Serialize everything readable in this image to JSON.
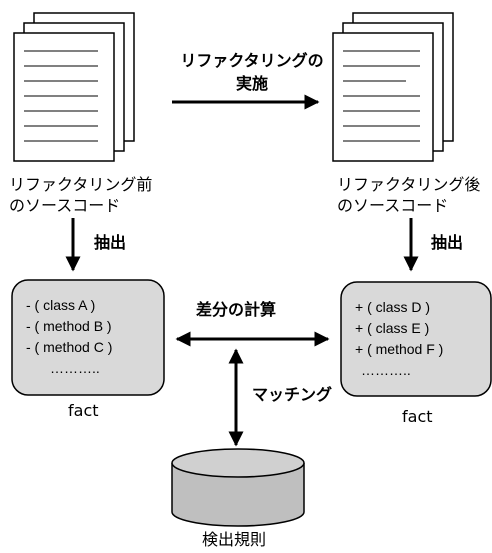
{
  "before": {
    "caption_line1": "リファクタリング前",
    "caption_line2": "のソースコード"
  },
  "after": {
    "caption_line1": "リファクタリング後",
    "caption_line2": "のソースコード"
  },
  "refactor_arrow": {
    "label_line1": "リファクタリングの",
    "label_line2": "実施"
  },
  "extract_left": {
    "label": "抽出"
  },
  "extract_right": {
    "label": "抽出"
  },
  "fact_left": {
    "lines": [
      "- ( class A )",
      "- ( method B )",
      "- ( method C )",
      "……….."
    ],
    "caption": "fact"
  },
  "fact_right": {
    "lines": [
      "+ ( class  D )",
      "+ ( class  E )",
      "+ ( method  F )",
      "……….."
    ],
    "caption": "fact"
  },
  "diff_arrow": {
    "label": "差分の計算"
  },
  "matching_arrow": {
    "label": "マッチング"
  },
  "rules_db": {
    "label": "検出規則"
  }
}
